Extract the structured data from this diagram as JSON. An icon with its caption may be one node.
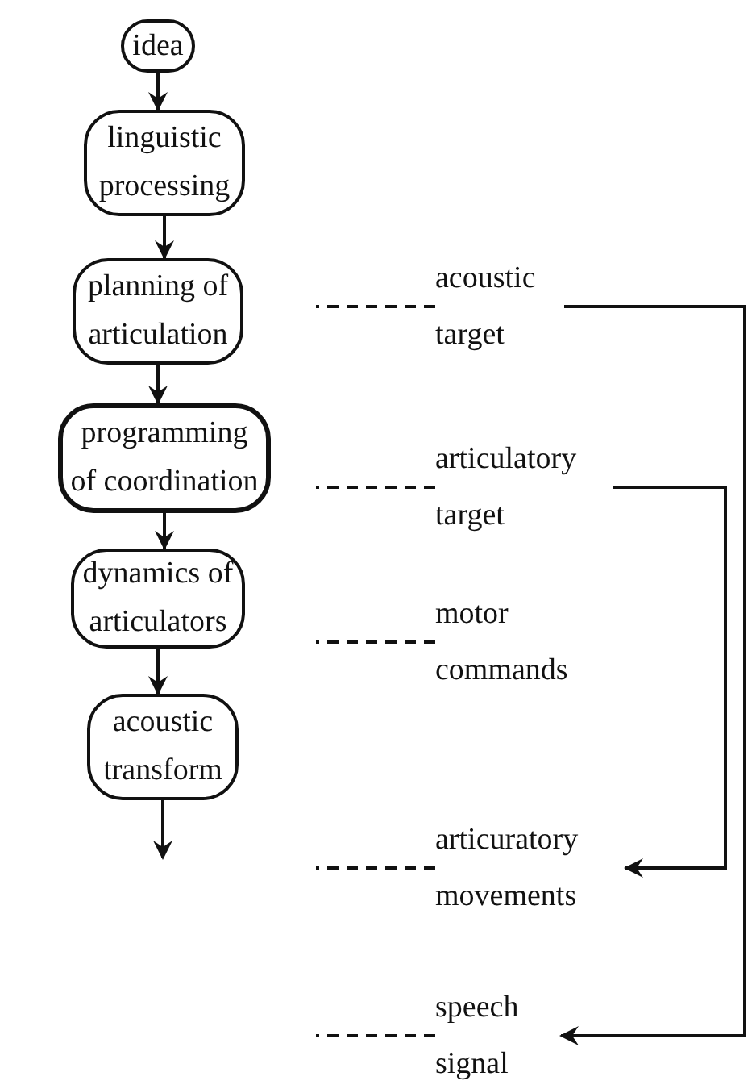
{
  "diagram": {
    "nodes": [
      {
        "text": [
          "idea"
        ]
      },
      {
        "text": [
          "linguistic processing"
        ]
      },
      {
        "text": [
          "planning of articulation"
        ]
      },
      {
        "text": [
          "programming of coordination"
        ]
      },
      {
        "text": [
          "dynamics of articulators"
        ]
      },
      {
        "text": [
          "acoustic transform"
        ]
      },
      {
        "text": [
          "acoustic target"
        ]
      },
      {
        "text": [
          "articulatory target"
        ]
      },
      {
        "text": [
          "motor commands"
        ]
      },
      {
        "text": [
          "articuratory movements"
        ]
      },
      {
        "text": [
          "speech signal"
        ]
      }
    ],
    "edges": [
      {
        "from": 0,
        "to": 1,
        "arrow": "to"
      },
      {
        "from": 1,
        "to": 2,
        "arrow": "to"
      },
      {
        "from": 2,
        "to": 3,
        "arrow": "to"
      },
      {
        "from": 3,
        "to": 4,
        "arrow": "to"
      },
      {
        "from": 4,
        "to": 5,
        "arrow": "to"
      },
      {
        "from": 5,
        "to": null,
        "arrow": "to"
      },
      {
        "from": 6,
        "to": null,
        "arrow": "none",
        "style": "dashed"
      },
      {
        "from": 7,
        "to": null,
        "arrow": "none",
        "style": "dashed"
      },
      {
        "from": 8,
        "to": null,
        "arrow": "none",
        "style": "dashed"
      },
      {
        "from": 9,
        "to": null,
        "arrow": "none",
        "style": "dashed"
      },
      {
        "from": 10,
        "to": null,
        "arrow": "none",
        "style": "dashed"
      },
      {
        "from": 6,
        "to": 10,
        "arrow": "to"
      },
      {
        "from": 7,
        "to": 9,
        "arrow": "to"
      }
    ]
  }
}
